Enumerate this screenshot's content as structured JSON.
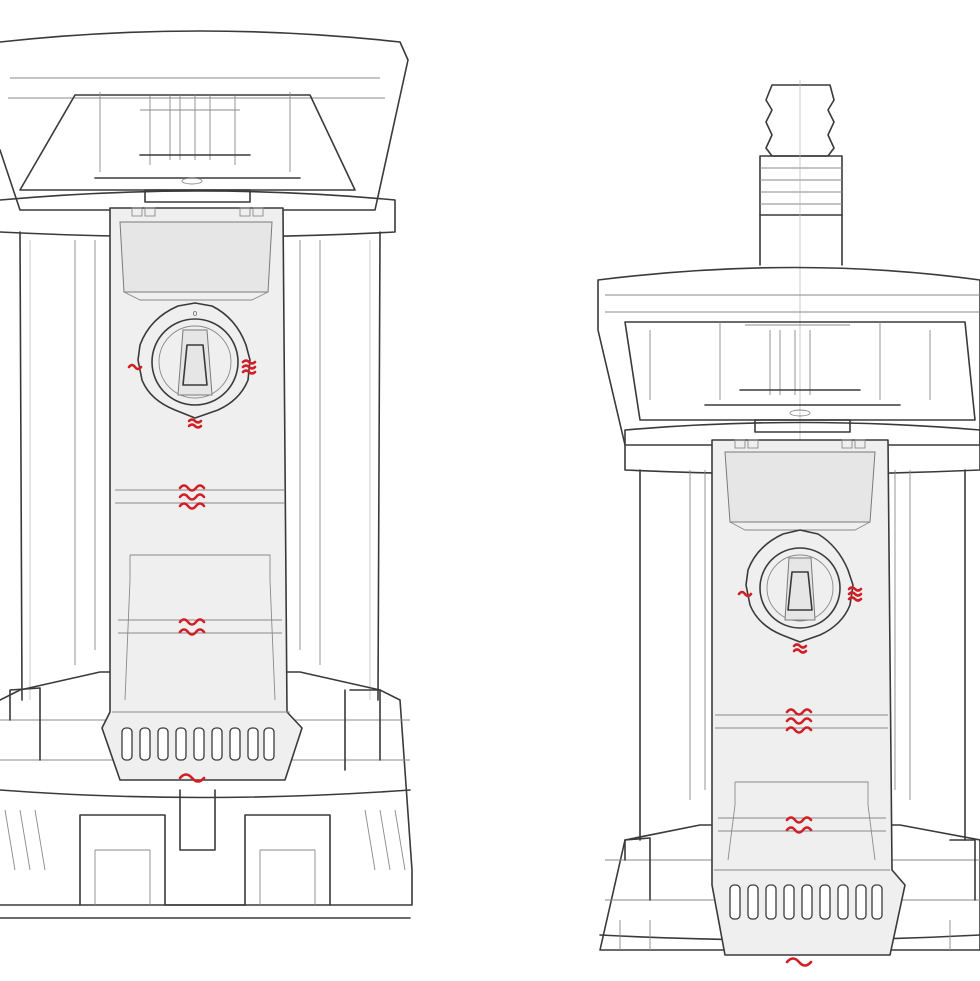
{
  "diagram": {
    "views": [
      {
        "name": "front-view-large"
      },
      {
        "name": "front-view-small"
      }
    ],
    "dial": {
      "mark": "0",
      "positions": [
        "~",
        "≈",
        "≋"
      ]
    },
    "accent_color": "#d21f26",
    "line_color": "#3a3a3a"
  }
}
